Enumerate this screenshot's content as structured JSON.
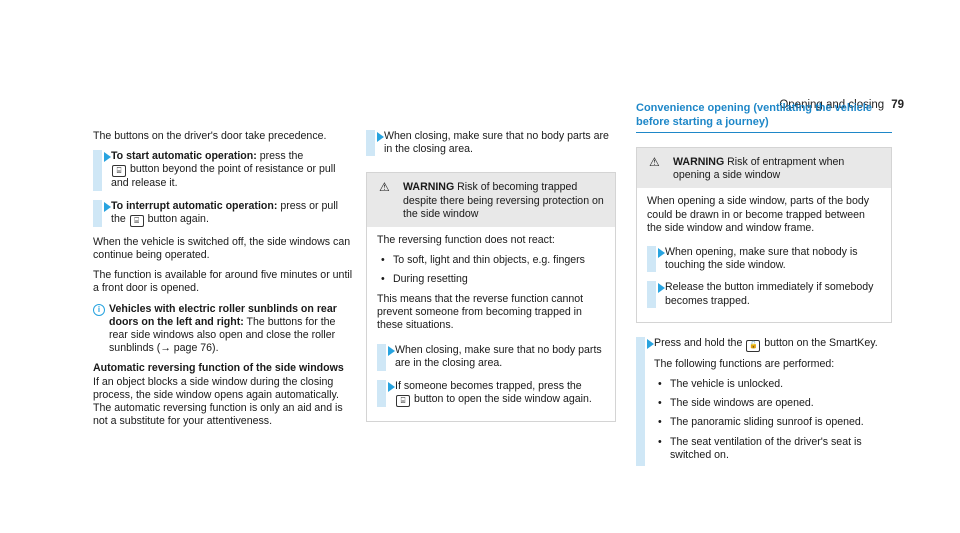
{
  "header": {
    "section": "Opening and closing",
    "page_number": "79"
  },
  "col1": {
    "intro": "The buttons on the driver's door take prece­dence.",
    "step1": {
      "bold": "To start automatic operation:",
      "pre": " press the",
      "key": "⌸",
      "post": " button beyond the point of resistance or pull and release it."
    },
    "step2": {
      "bold": "To interrupt automatic operation:",
      "pre": " press or pull the",
      "key": "⌸",
      "post": " button again."
    },
    "p1": "When the vehicle is switched off, the side win­dows can continue being operated.",
    "p2": "The function is available for around five minutes or until a front door is opened.",
    "note": {
      "bold": "Vehicles with electric roller sunblinds on rear doors on the left and right:",
      "text": " The but­tons for the rear side windows also open and close the roller sunblinds (→ page 76)."
    },
    "heading": "Automatic reversing function of the side win­dows",
    "body": "If an object blocks a side window during the closing process, the side window opens again automatically. The automatic reversing function is only an aid and is not a substitute for your attentiveness."
  },
  "col2": {
    "step1": "When closing, make sure that no body parts are in the closing area.",
    "warning": {
      "label": "WARNING",
      "title": " Risk of becoming trapped despite there being reversing protection on the side window",
      "intro": "The reversing function does not react:",
      "bullets": [
        "To soft, light and thin objects, e.g. fingers",
        "During resetting"
      ],
      "p": "This means that the reverse function cannot prevent someone from becoming trapped in these situations.",
      "step1": "When closing, make sure that no body parts are in the closing area.",
      "step2_pre": "If someone becomes trapped, press the",
      "step2_key": "⌸",
      "step2_post": " button to open the side window again."
    }
  },
  "col3": {
    "section_title": "Convenience opening (ventilating the vehicle before starting a journey)",
    "warning": {
      "label": "WARNING",
      "title": " Risk of entrapment when opening a side window",
      "p": "When opening a side window, parts of the body could be drawn in or become trapped between the side window and window frame.",
      "step1": "When opening, make sure that nobody is touching the side window.",
      "step2": "Release the button immediately if somebody becomes trapped."
    },
    "step_pre": "Press and hold the",
    "step_key": "🔓",
    "step_post": " button on the SmartKey.",
    "p": "The following functions are performed:",
    "bullets": [
      "The vehicle is unlocked.",
      "The side windows are opened.",
      "The panoramic sliding sunroof is opened.",
      "The seat ventilation of the driver's seat is switched on."
    ]
  }
}
